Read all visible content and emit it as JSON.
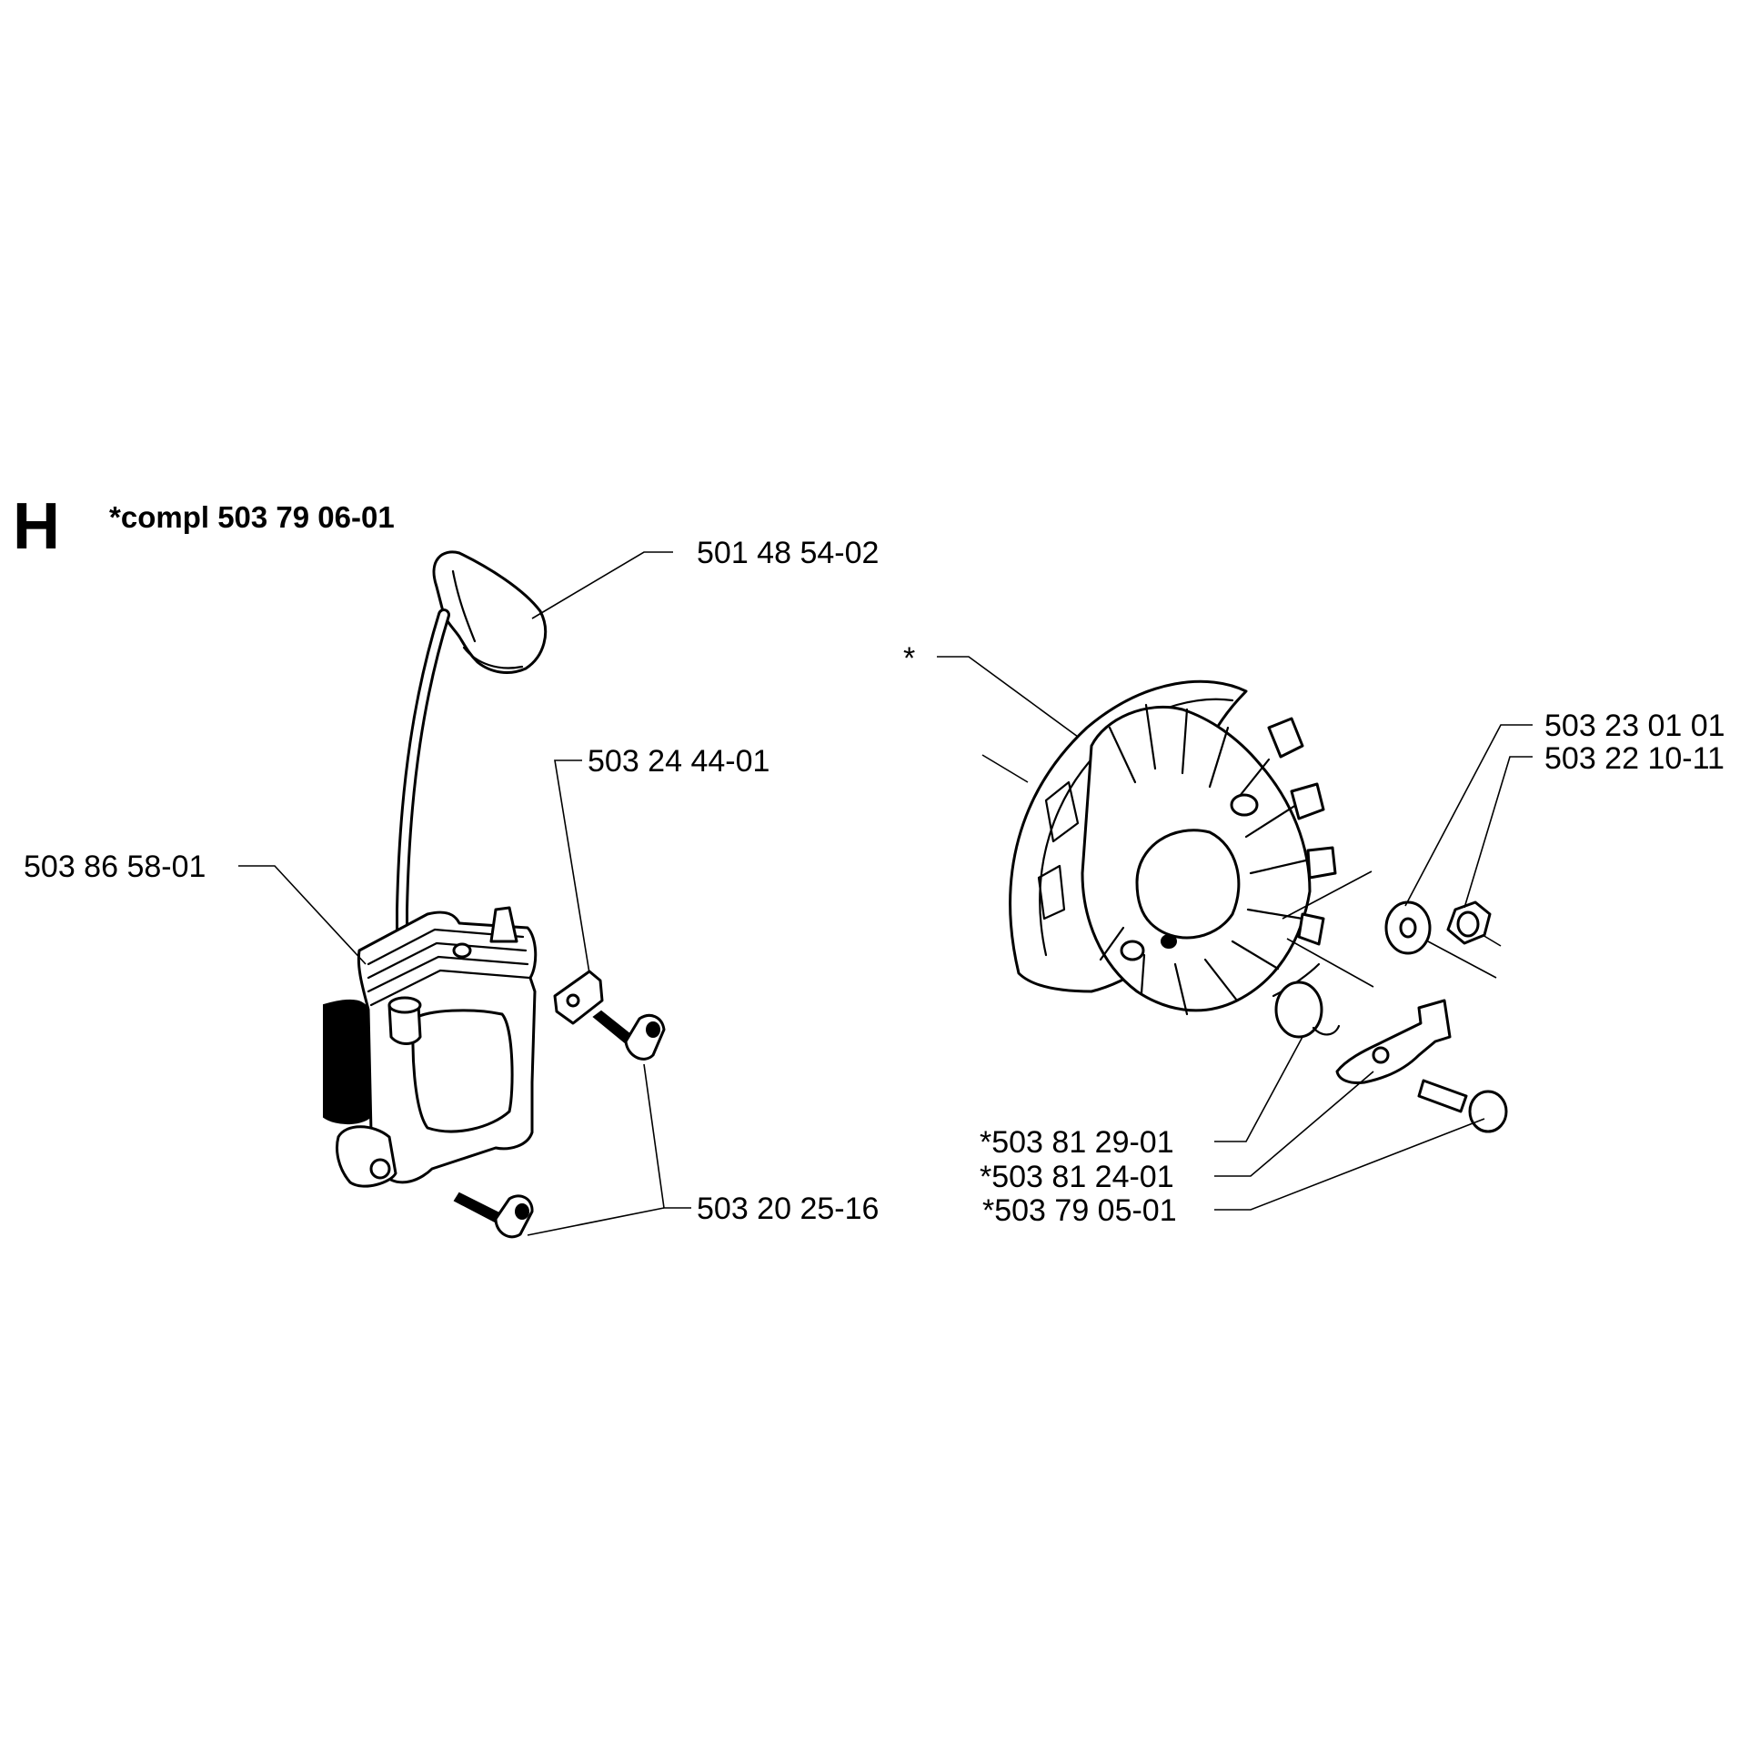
{
  "section": {
    "letter": "H",
    "assembly": "*compl 503 79 06-01"
  },
  "labels": {
    "spark_plug_cap": "501 48 54-02",
    "ground_clip": "503 24 44-01",
    "ignition_module": "503 86 58-01",
    "module_screws": "503 20 25-16",
    "flywheel": "*",
    "washer": "503 23 01 01",
    "nut": "503 22 10-11",
    "spring": "*503 81 29-01",
    "pawl": "*503 81 24-01",
    "pawl_bolt": "*503 79 05-01"
  }
}
